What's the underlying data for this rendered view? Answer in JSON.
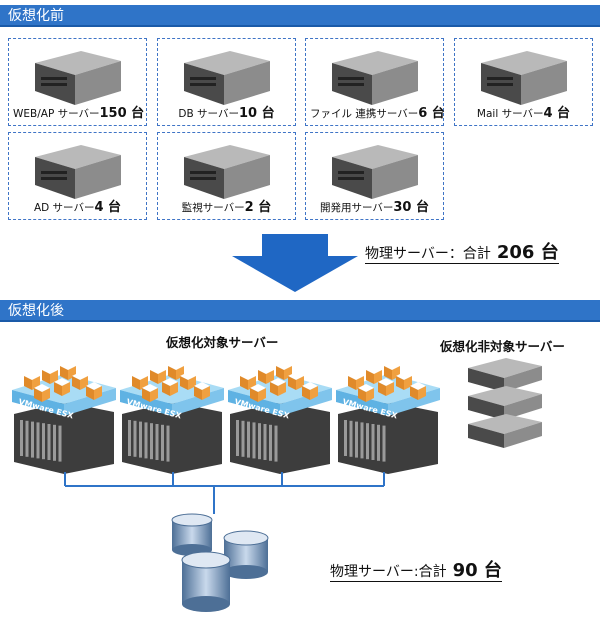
{
  "before": {
    "header": "仮想化前",
    "servers": [
      {
        "name": "WEB/AP サーバー",
        "count": "150 台"
      },
      {
        "name": "DB サーバー",
        "count": "10 台"
      },
      {
        "name": "ファイル 連携サーバー",
        "count": "6 台"
      },
      {
        "name": "Mail サーバー",
        "count": "4 台"
      },
      {
        "name": "AD サーバー",
        "count": "4 台"
      },
      {
        "name": "監視サーバー",
        "count": "2 台"
      },
      {
        "name": "開発用サーバー",
        "count": "30 台"
      }
    ],
    "total_label": "物理サーバー：合計",
    "total_value": "206 台"
  },
  "after": {
    "header": "仮想化後",
    "target_title": "仮想化対象サーバー",
    "non_target_title": "仮想化非対象サーバー",
    "esx_label": "VMware ESX",
    "total_label": "物理サーバー:合計",
    "total_value": "90 台"
  },
  "colors": {
    "band": "#2f74c8",
    "dashed_border": "#3f74c6",
    "arrow": "#1f67c4",
    "vm_orange": "#f0a040",
    "esx_blue": "#7fc4ec"
  }
}
